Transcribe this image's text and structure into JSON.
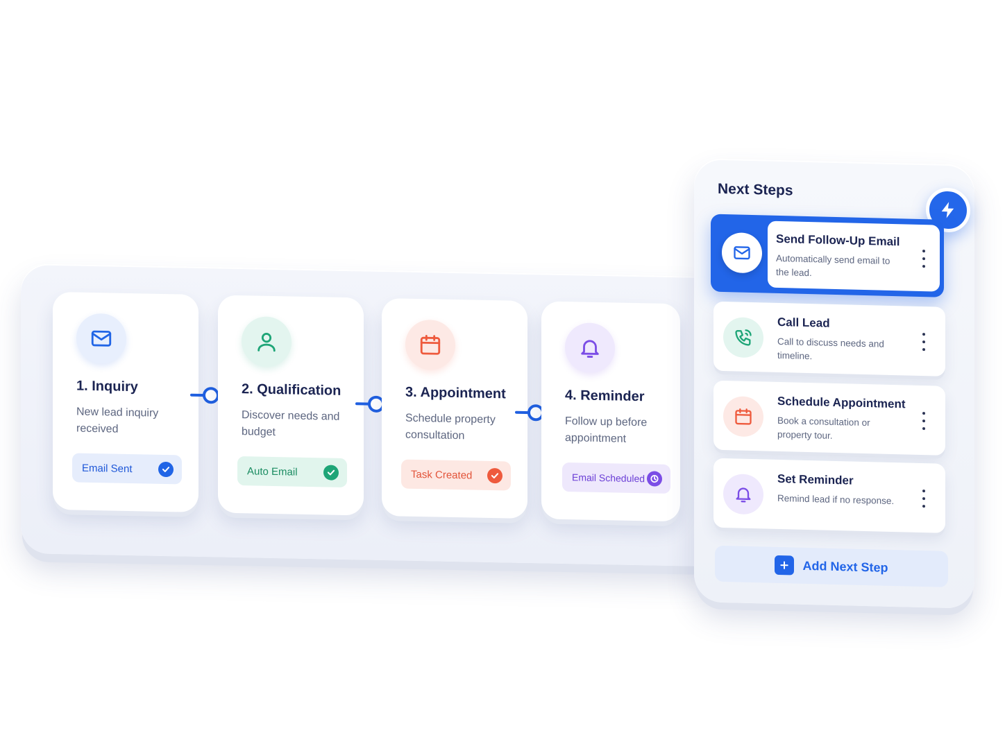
{
  "stages": [
    {
      "title": "1. Inquiry",
      "description": "New lead inquiry received",
      "badge": "Email Sent",
      "icon": "mail-icon",
      "color": "#2165e6"
    },
    {
      "title": "2. Qualification",
      "description": "Discover needs and budget",
      "badge": "Auto Email",
      "icon": "user-icon",
      "color": "#1ea577"
    },
    {
      "title": "3. Appointment",
      "description": "Schedule property consultation",
      "badge": "Task Created",
      "icon": "calendar-icon",
      "color": "#ee5a3d"
    },
    {
      "title": "4. Reminder",
      "description": "Follow up before appointment",
      "badge": "Email Scheduled",
      "icon": "bell-icon",
      "color": "#7b4de6"
    }
  ],
  "next_steps": {
    "title": "Next Steps",
    "items": [
      {
        "title": "Send Follow-Up Email",
        "description": "Automatically send email to the lead.",
        "icon": "mail-icon",
        "active": true
      },
      {
        "title": "Call Lead",
        "description": "Call to discuss needs and timeline.",
        "icon": "phone-icon"
      },
      {
        "title": "Schedule Appointment",
        "description": "Book a consultation or property tour.",
        "icon": "calendar-icon"
      },
      {
        "title": "Set Reminder",
        "description": "Remind lead if no response.",
        "icon": "bell-icon"
      }
    ],
    "add_label": "Add Next Step"
  },
  "colors": {
    "accent": "#2265e8",
    "green": "#1ea577",
    "red": "#ee5a3d",
    "purple": "#7b4de6"
  }
}
